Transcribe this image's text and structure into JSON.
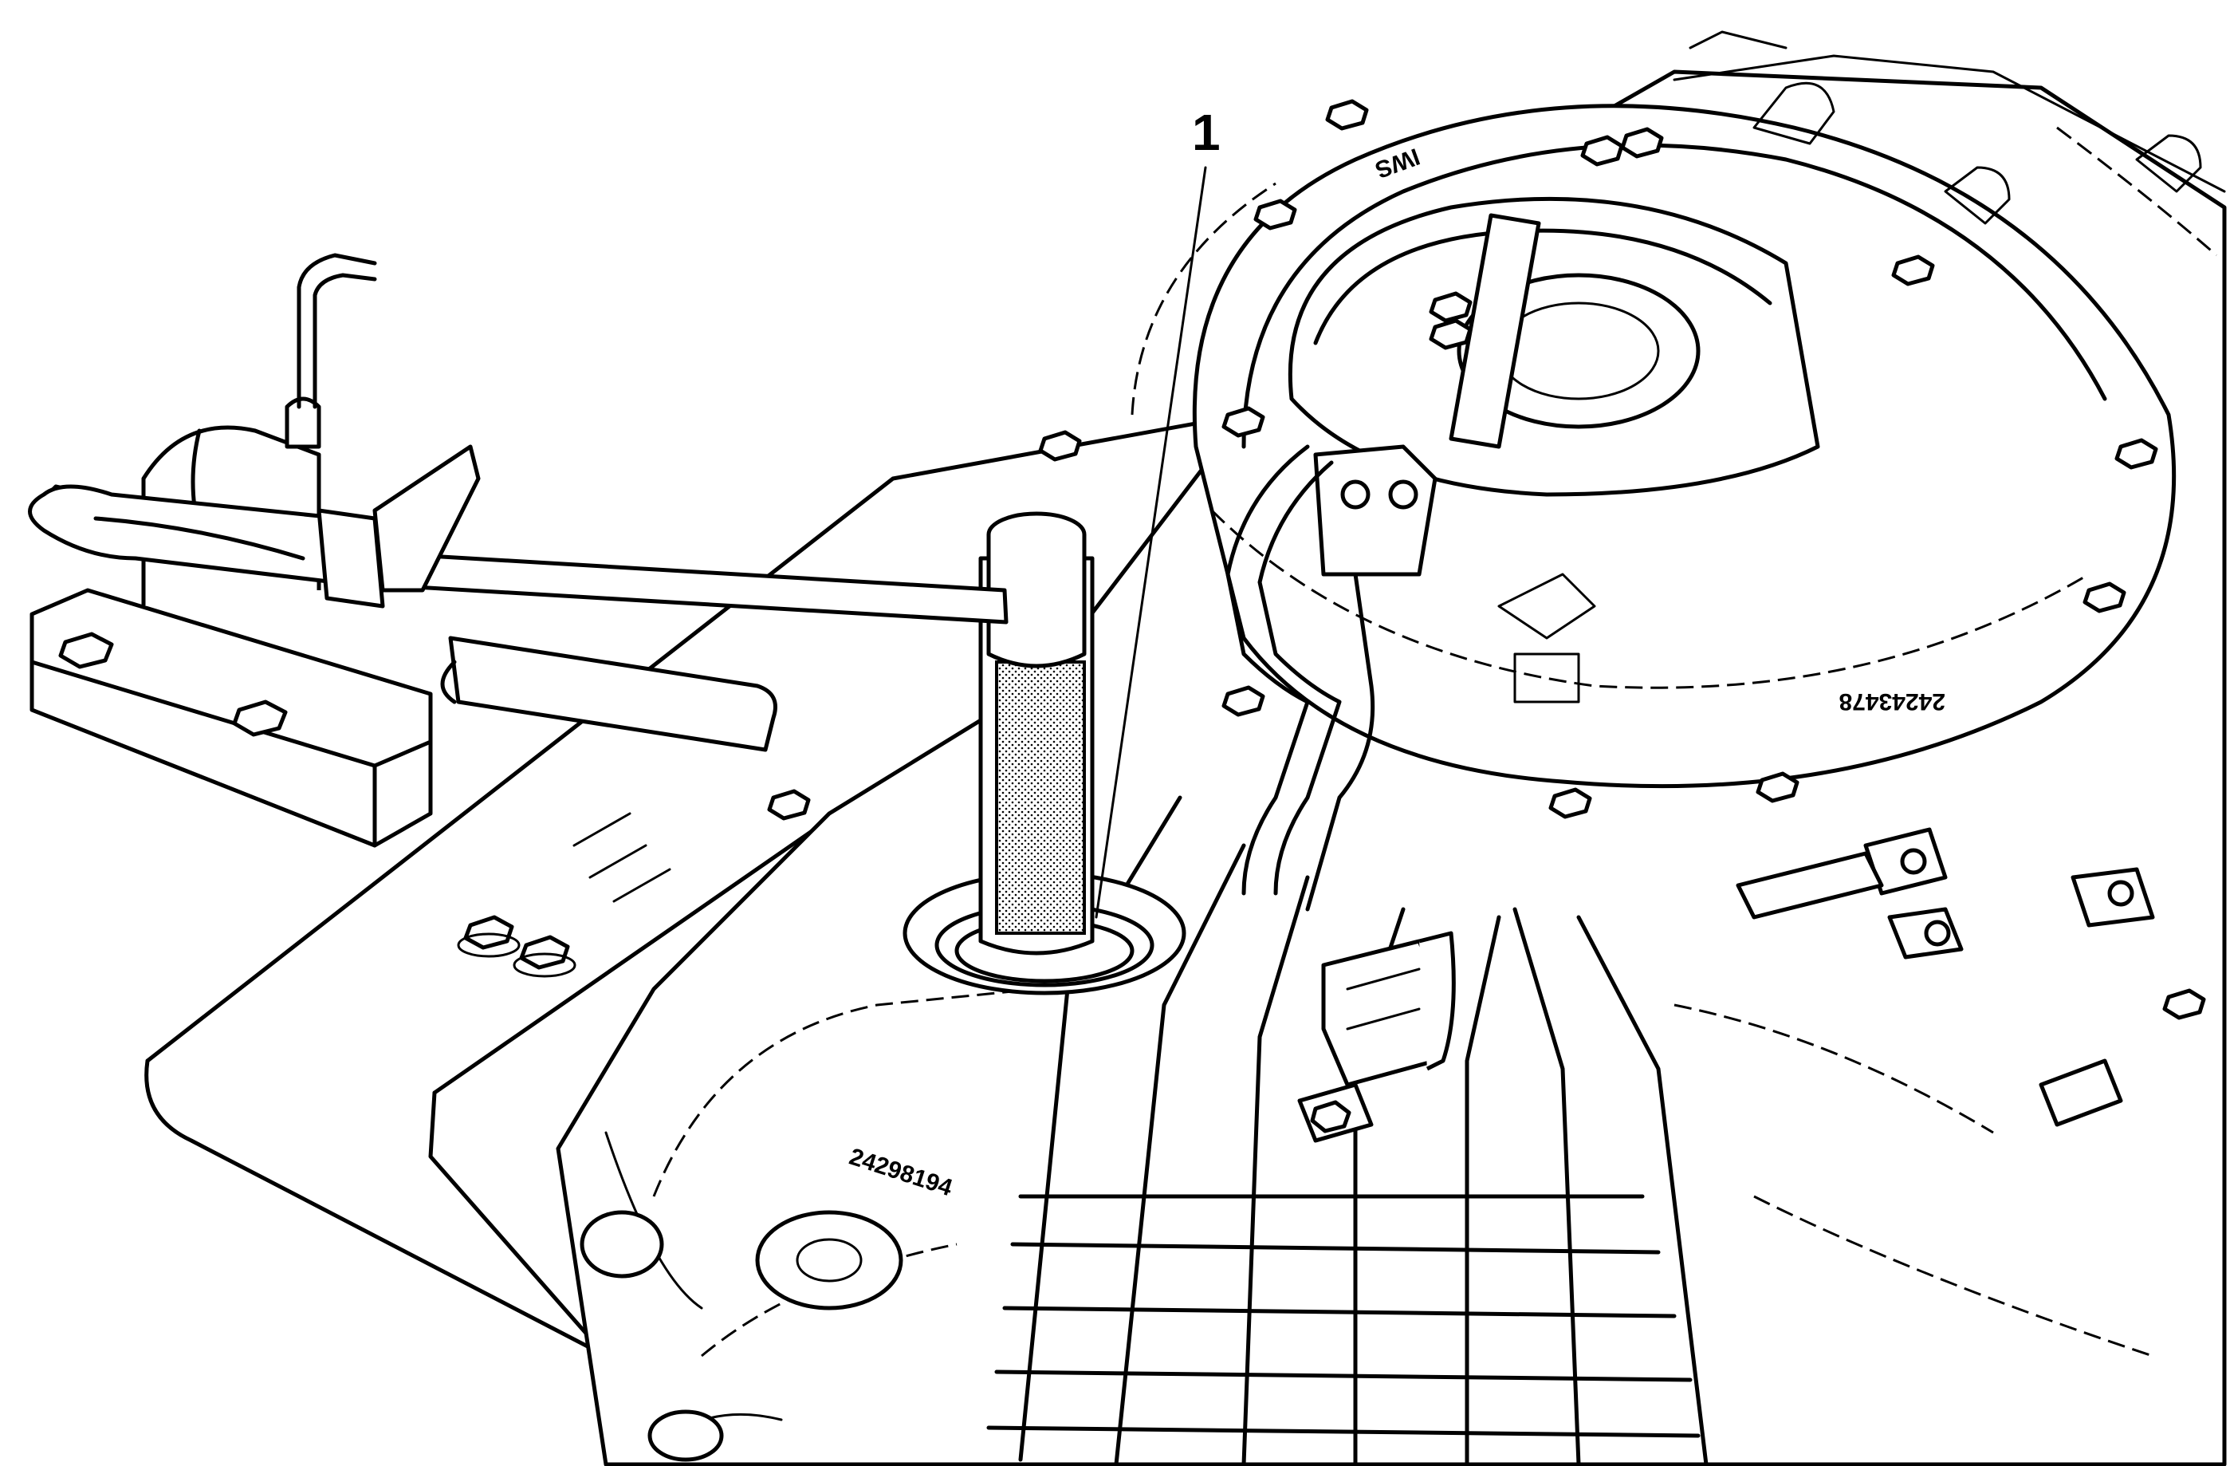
{
  "callouts": [
    {
      "label": "1"
    }
  ],
  "markings": {
    "cover_mark": "IWS",
    "housing_code": "24243478",
    "case_code": "24298194"
  },
  "colors": {
    "line": "#000000",
    "background": "#ffffff",
    "knurl": "#7a7a7a"
  }
}
